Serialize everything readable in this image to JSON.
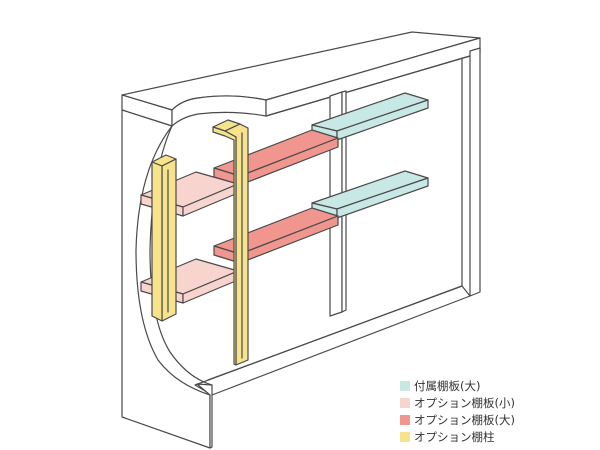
{
  "legend": {
    "items": [
      {
        "label": "付属棚板(大)",
        "color": "#c8e8e6"
      },
      {
        "label": "オプション棚板(小)",
        "color": "#f8d4cf"
      },
      {
        "label": "オプション棚板(大)",
        "color": "#f0968e"
      },
      {
        "label": "オプション棚柱",
        "color": "#f6e38c"
      }
    ]
  },
  "colors": {
    "outline": "#4a4a4a",
    "background": "#ffffff"
  }
}
